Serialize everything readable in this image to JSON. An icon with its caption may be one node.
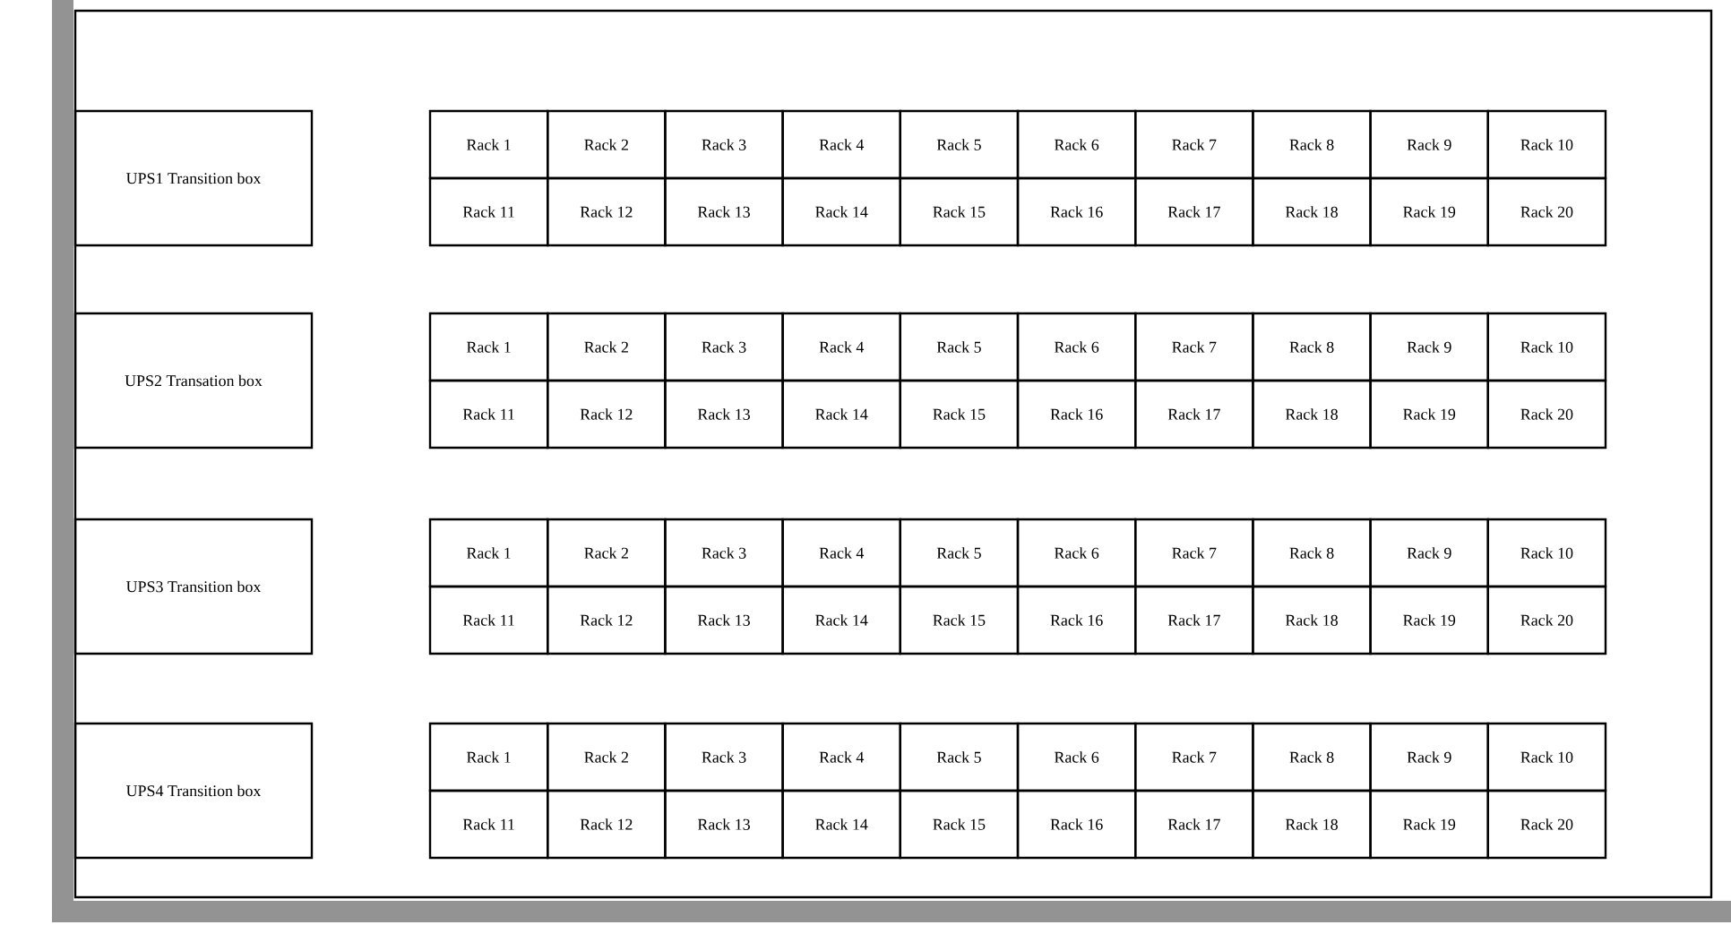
{
  "diagram": {
    "nodes": [
      {
        "text": [
          "UPS1 Transition box"
        ]
      },
      {
        "text": [
          "Rack 1"
        ]
      },
      {
        "text": [
          "Rack 2"
        ]
      },
      {
        "text": [
          "Rack 3"
        ]
      },
      {
        "text": [
          "Rack 4"
        ]
      },
      {
        "text": [
          "Rack 5"
        ]
      },
      {
        "text": [
          "Rack 6"
        ]
      },
      {
        "text": [
          "Rack 7"
        ]
      },
      {
        "text": [
          "Rack 8"
        ]
      },
      {
        "text": [
          "Rack 9"
        ]
      },
      {
        "text": [
          "Rack 10"
        ]
      },
      {
        "text": [
          "Rack 11"
        ]
      },
      {
        "text": [
          "Rack 12"
        ]
      },
      {
        "text": [
          "Rack 13"
        ]
      },
      {
        "text": [
          "Rack 14"
        ]
      },
      {
        "text": [
          "Rack 15"
        ]
      },
      {
        "text": [
          "Rack 16"
        ]
      },
      {
        "text": [
          "Rack 17"
        ]
      },
      {
        "text": [
          "Rack 18"
        ]
      },
      {
        "text": [
          "Rack 19"
        ]
      },
      {
        "text": [
          "Rack 20"
        ]
      },
      {
        "text": [
          "UPS2 Transation box"
        ]
      },
      {
        "text": [
          "Rack 1"
        ]
      },
      {
        "text": [
          "Rack 2"
        ]
      },
      {
        "text": [
          "Rack 3"
        ]
      },
      {
        "text": [
          "Rack 4"
        ]
      },
      {
        "text": [
          "Rack 5"
        ]
      },
      {
        "text": [
          "Rack 6"
        ]
      },
      {
        "text": [
          "Rack 7"
        ]
      },
      {
        "text": [
          "Rack 8"
        ]
      },
      {
        "text": [
          "Rack 9"
        ]
      },
      {
        "text": [
          "Rack 10"
        ]
      },
      {
        "text": [
          "Rack 11"
        ]
      },
      {
        "text": [
          "Rack 12"
        ]
      },
      {
        "text": [
          "Rack 13"
        ]
      },
      {
        "text": [
          "Rack 14"
        ]
      },
      {
        "text": [
          "Rack 15"
        ]
      },
      {
        "text": [
          "Rack 16"
        ]
      },
      {
        "text": [
          "Rack 17"
        ]
      },
      {
        "text": [
          "Rack 18"
        ]
      },
      {
        "text": [
          "Rack 19"
        ]
      },
      {
        "text": [
          "Rack 20"
        ]
      },
      {
        "text": [
          "UPS3 Transition box"
        ]
      },
      {
        "text": [
          "Rack 1"
        ]
      },
      {
        "text": [
          "Rack 2"
        ]
      },
      {
        "text": [
          "Rack 3"
        ]
      },
      {
        "text": [
          "Rack 4"
        ]
      },
      {
        "text": [
          "Rack 5"
        ]
      },
      {
        "text": [
          "Rack 6"
        ]
      },
      {
        "text": [
          "Rack 7"
        ]
      },
      {
        "text": [
          "Rack 8"
        ]
      },
      {
        "text": [
          "Rack 9"
        ]
      },
      {
        "text": [
          "Rack 10"
        ]
      },
      {
        "text": [
          "Rack 11"
        ]
      },
      {
        "text": [
          "Rack 12"
        ]
      },
      {
        "text": [
          "Rack 13"
        ]
      },
      {
        "text": [
          "Rack 14"
        ]
      },
      {
        "text": [
          "Rack 15"
        ]
      },
      {
        "text": [
          "Rack 16"
        ]
      },
      {
        "text": [
          "Rack 17"
        ]
      },
      {
        "text": [
          "Rack 18"
        ]
      },
      {
        "text": [
          "Rack 19"
        ]
      },
      {
        "text": [
          "Rack 20"
        ]
      },
      {
        "text": [
          "UPS4 Transition box"
        ]
      },
      {
        "text": [
          "Rack 1"
        ]
      },
      {
        "text": [
          "Rack 2"
        ]
      },
      {
        "text": [
          "Rack 3"
        ]
      },
      {
        "text": [
          "Rack 4"
        ]
      },
      {
        "text": [
          "Rack 5"
        ]
      },
      {
        "text": [
          "Rack 6"
        ]
      },
      {
        "text": [
          "Rack 7"
        ]
      },
      {
        "text": [
          "Rack 8"
        ]
      },
      {
        "text": [
          "Rack 9"
        ]
      },
      {
        "text": [
          "Rack 10"
        ]
      },
      {
        "text": [
          "Rack 11"
        ]
      },
      {
        "text": [
          "Rack 12"
        ]
      },
      {
        "text": [
          "Rack 13"
        ]
      },
      {
        "text": [
          "Rack 14"
        ]
      },
      {
        "text": [
          "Rack 15"
        ]
      },
      {
        "text": [
          "Rack 16"
        ]
      },
      {
        "text": [
          "Rack 17"
        ]
      },
      {
        "text": [
          "Rack 18"
        ]
      },
      {
        "text": [
          "Rack 19"
        ]
      },
      {
        "text": [
          "Rack 20"
        ]
      }
    ]
  }
}
